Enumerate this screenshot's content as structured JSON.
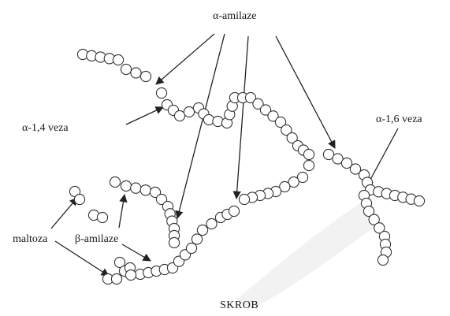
{
  "labels": {
    "alpha_amilaze": "α-amilaze",
    "alpha_14_veza": "α-1,4 veza",
    "alpha_16_veza": "α-1,6 veza",
    "maltoza": "maltoza",
    "beta_amilaze": "β-amilaze",
    "caption": "SKROB"
  }
}
